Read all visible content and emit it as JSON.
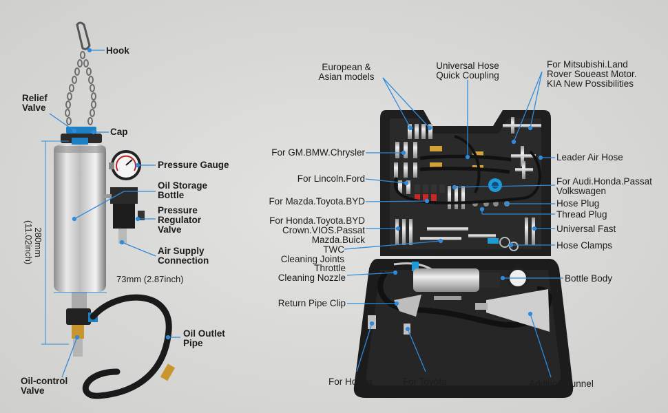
{
  "colors": {
    "leader": "#2f8bdb",
    "background": "#d9d9d7",
    "case": "#1f1f1f",
    "tube": "#c8c8c8"
  },
  "left_labels": {
    "hook": "Hook",
    "relief_valve": "Relief\nValve",
    "cap": "Cap",
    "pressure_gauge": "Pressure Gauge",
    "oil_storage_bottle": "Oil Storage\nBottle",
    "pressure_regulator_valve": "Pressure\nRegulator\nValve",
    "air_supply_connection": "Air Supply\nConnection",
    "oil_outlet_pipe": "Oil Outlet\nPipe",
    "oil_control_valve": "Oil-control\nValve"
  },
  "dimensions": {
    "height": "280mm\n(11.02inch)",
    "width": "73mm (2.87inch)"
  },
  "right_labels": {
    "european_asian": "European &\nAsian models",
    "universal_hose": "Universal Hose\nQuick Coupling",
    "mitsubishi": "For Mitsubishi.Land\nRover Soueast Motor.\nKIA New Possibilities",
    "gm_bmw": "For GM.BMW.Chrysler",
    "leader_air_hose": "Leader Air Hose",
    "lincoln_ford": "For Lincoln.Ford",
    "audi_honda": "For Audi.Honda.Passat\nVolkswagen",
    "mazda_toyota": "For Mazda.Toyota.BYD",
    "hose_plug": "Hose Plug",
    "thread_plug": "Thread Plug",
    "honda_toyota": "For Honda.Toyota.BYD\nCrown.VIOS.Passat\nMazda.Buick",
    "universal_fast": "Universal Fast",
    "twc": "TWC\nCleaning Joints",
    "hose_clamps": "Hose Clamps",
    "throttle": "Throttle\nCleaning Nozzle",
    "bottle_body": "Bottle Body",
    "return_pipe_clip": "Return Pipe Clip",
    "for_honda": "For Honda",
    "for_toyota": "For Toyota",
    "addition_funnel": "Addition Funnel"
  }
}
